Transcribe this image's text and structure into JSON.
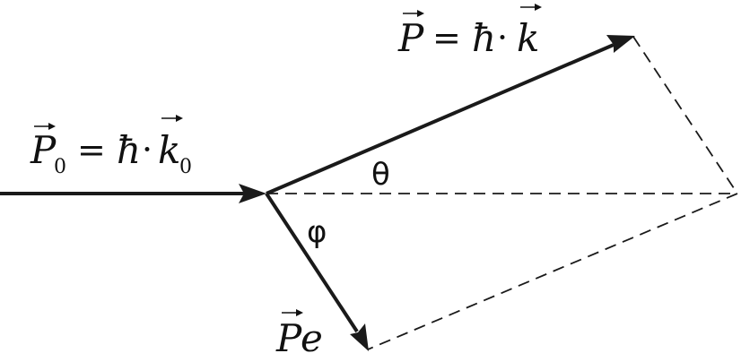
{
  "labels": {
    "incident": {
      "p": "P",
      "p_sub": "0",
      "eq": "=",
      "hbar": "ħ",
      "dot": "·",
      "k": "k",
      "k_sub": "0"
    },
    "scattered": {
      "p": "P",
      "eq": "=",
      "hbar": "ħ",
      "dot": "·",
      "k": "k"
    },
    "electron": {
      "p": "P",
      "e": "e"
    },
    "theta": "θ",
    "phi": "φ"
  },
  "colors": {
    "ink": "#1a1a1a",
    "background": "#ffffff"
  }
}
